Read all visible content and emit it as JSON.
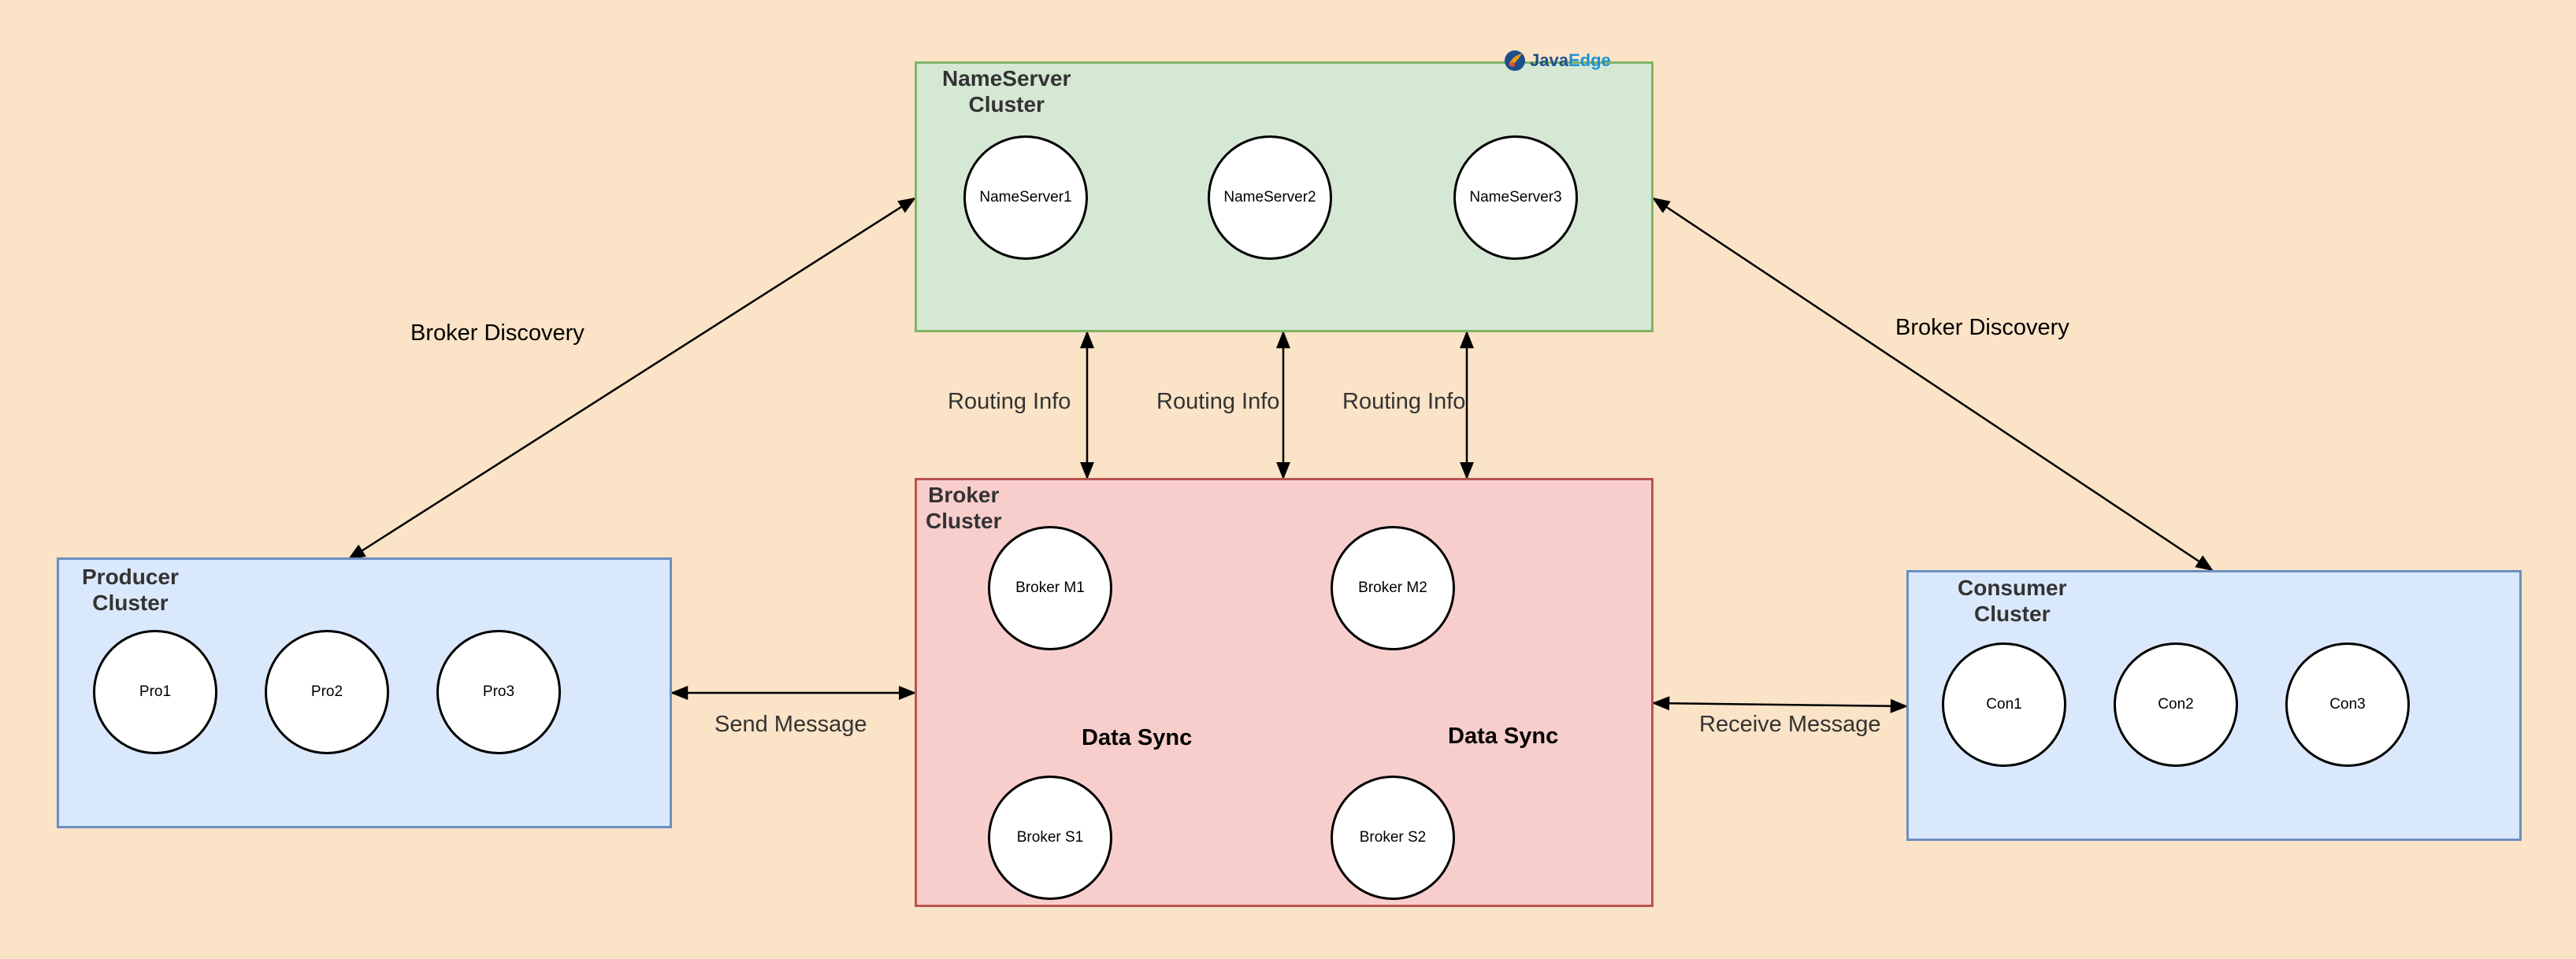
{
  "logo": {
    "part1": "Java",
    "part2": "Edge"
  },
  "clusters": {
    "nameserver": {
      "title_line1": "NameServer",
      "title_line2": "Cluster",
      "fill": "#d5e8d4",
      "stroke": "#82b366",
      "nodes": [
        "NameServer1",
        "NameServer2",
        "NameServer3"
      ]
    },
    "broker": {
      "title_line1": "Broker",
      "title_line2": "Cluster",
      "fill": "#f8cecc",
      "stroke": "#b85450",
      "nodes": [
        "Broker M1",
        "Broker M2",
        "Broker S1",
        "Broker S2"
      ]
    },
    "producer": {
      "title_line1": "Producer",
      "title_line2": "Cluster",
      "fill": "#dae8fc",
      "stroke": "#6c8ebf",
      "nodes": [
        "Pro1",
        "Pro2",
        "Pro3"
      ]
    },
    "consumer": {
      "title_line1": "Consumer",
      "title_line2": "Cluster",
      "fill": "#dae8fc",
      "stroke": "#6c8ebf",
      "nodes": [
        "Con1",
        "Con2",
        "Con3"
      ]
    }
  },
  "edge_labels": {
    "broker_discovery_left": "Broker Discovery",
    "broker_discovery_right": "Broker Discovery",
    "routing_info_1": "Routing Info",
    "routing_info_2": "Routing Info",
    "routing_info_3": "Routing Info",
    "send_message": "Send Message",
    "receive_message": "Receive Message",
    "data_sync_1": "Data Sync",
    "data_sync_2": "Data Sync"
  }
}
